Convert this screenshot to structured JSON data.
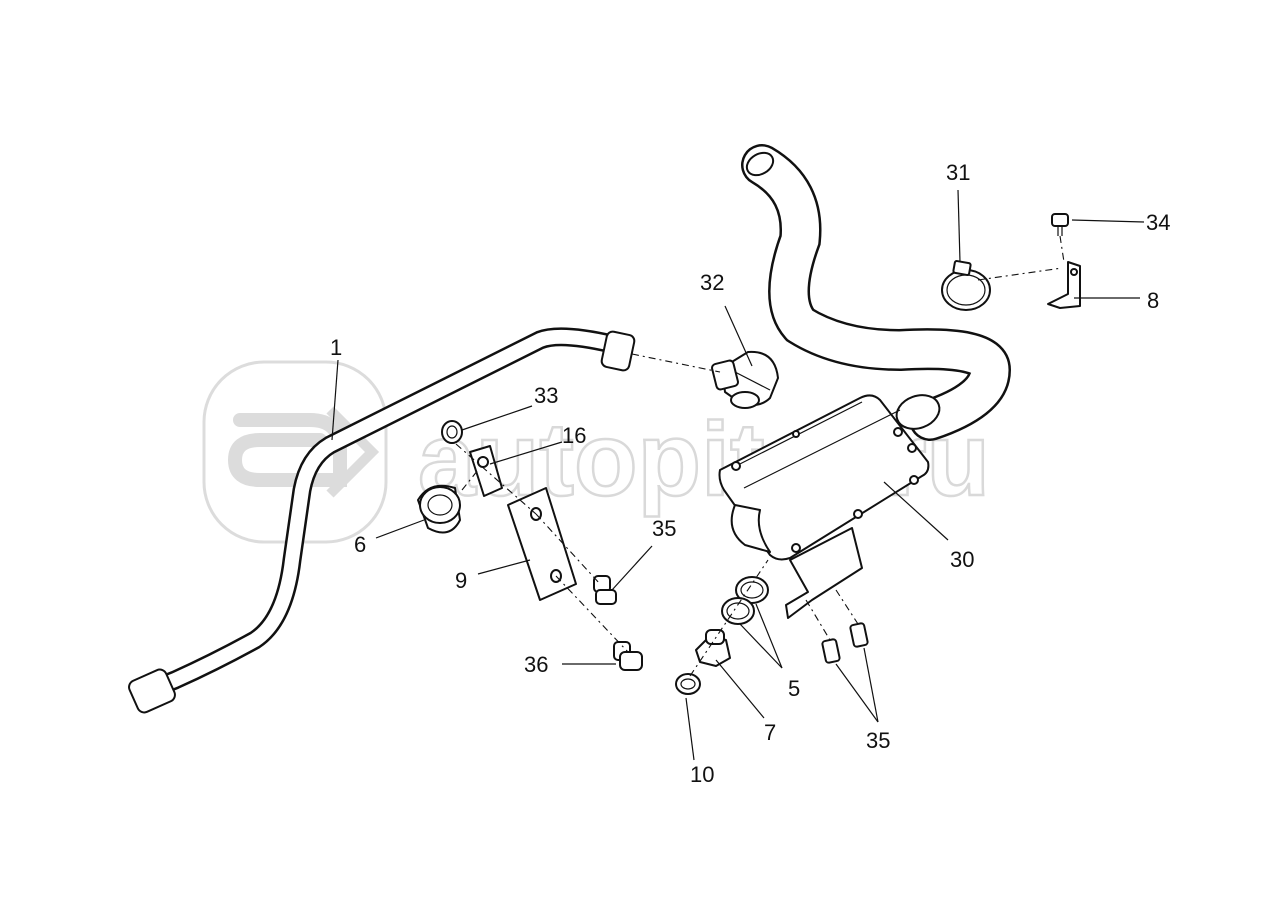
{
  "watermark": {
    "text": "autopiter.ru"
  },
  "callouts": {
    "c1": "1",
    "c5": "5",
    "c6": "6",
    "c7": "7",
    "c8": "8",
    "c9": "9",
    "c10": "10",
    "c16": "16",
    "c30": "30",
    "c31": "31",
    "c32": "32",
    "c33": "33",
    "c34": "34",
    "c35a": "35",
    "c35b": "35",
    "c36": "36"
  }
}
